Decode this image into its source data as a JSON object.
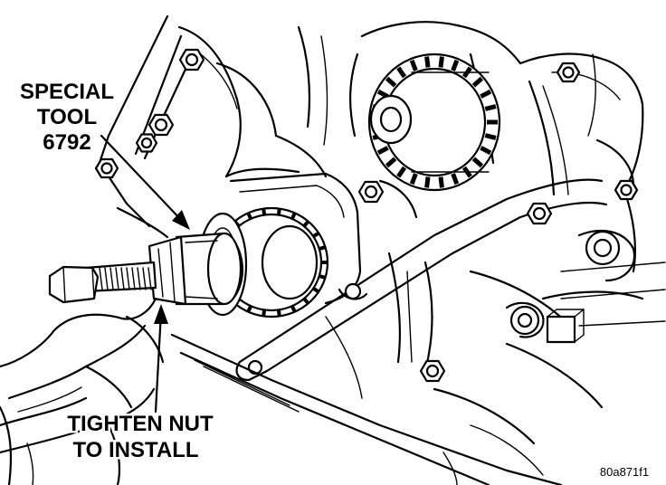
{
  "labels": {
    "special_tool": [
      "SPECIAL",
      "TOOL",
      "6792"
    ],
    "tighten_nut": [
      "TIGHTEN NUT",
      "TO INSTALL"
    ]
  },
  "figure_id": "80a871f1",
  "colors": {
    "ink": "#000000",
    "paper": "#ffffff"
  }
}
